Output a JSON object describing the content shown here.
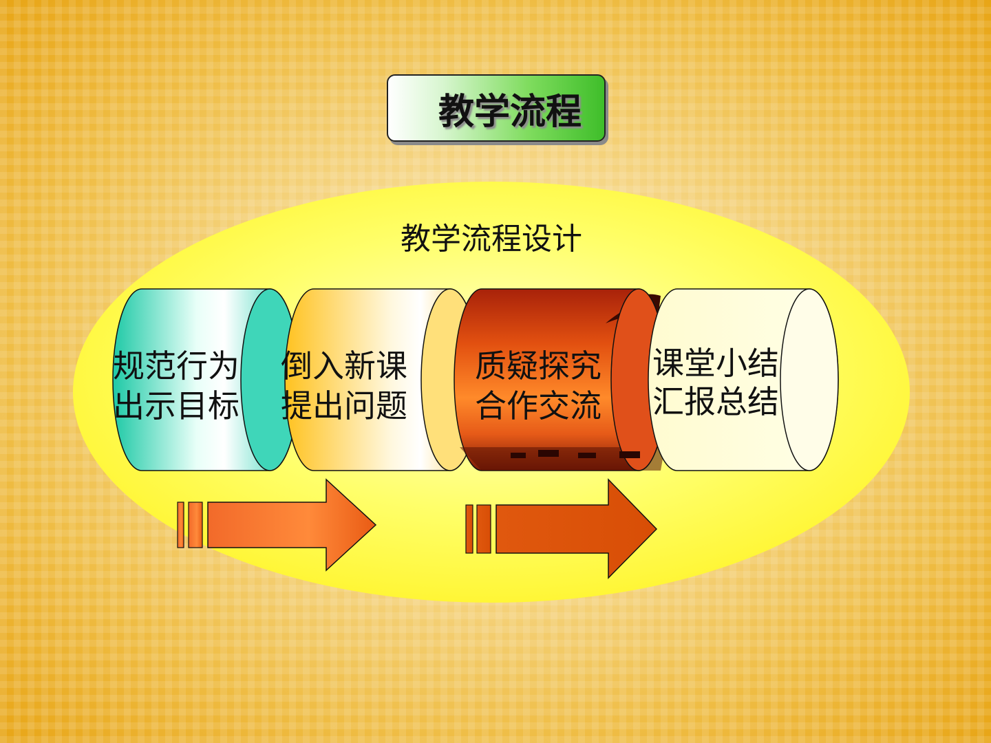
{
  "title": "教学流程",
  "subtitle": "教学流程设计",
  "steps": [
    {
      "line1": "规范行为",
      "line2": "出示目标"
    },
    {
      "line1": "倒入新课",
      "line2": "提出问题"
    },
    {
      "line1": "质疑探究",
      "line2": "合作交流"
    },
    {
      "line1": "课堂小结",
      "line2": "汇报总结"
    }
  ],
  "colors": {
    "ellipse": "#ffff2e",
    "title_green": "#3fbe2a",
    "step1": "#2fd0b0",
    "step2": "#ffd24a",
    "step3": "#e0450e",
    "step4": "#ffffc8",
    "arrow": "#f07a2a"
  }
}
